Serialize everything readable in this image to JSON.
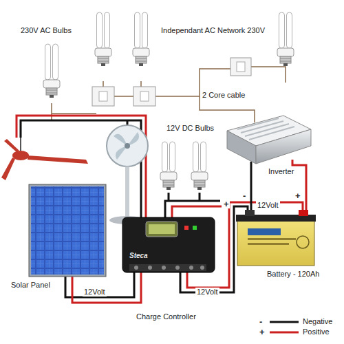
{
  "diagram": {
    "labels": [
      "230V AC Bulbs",
      "Independant AC Network 230V",
      "2 Core cable",
      "12V DC Bulbs",
      "Inverter",
      "-",
      "+",
      "12Volt",
      "+",
      "Solar Panel",
      "Steca",
      "Battery - 120Ah",
      "12Volt",
      "12Volt",
      "Charge Controller",
      "-",
      "+"
    ],
    "legend": [
      {
        "text": "Negative"
      },
      {
        "text": "Positive"
      }
    ]
  }
}
